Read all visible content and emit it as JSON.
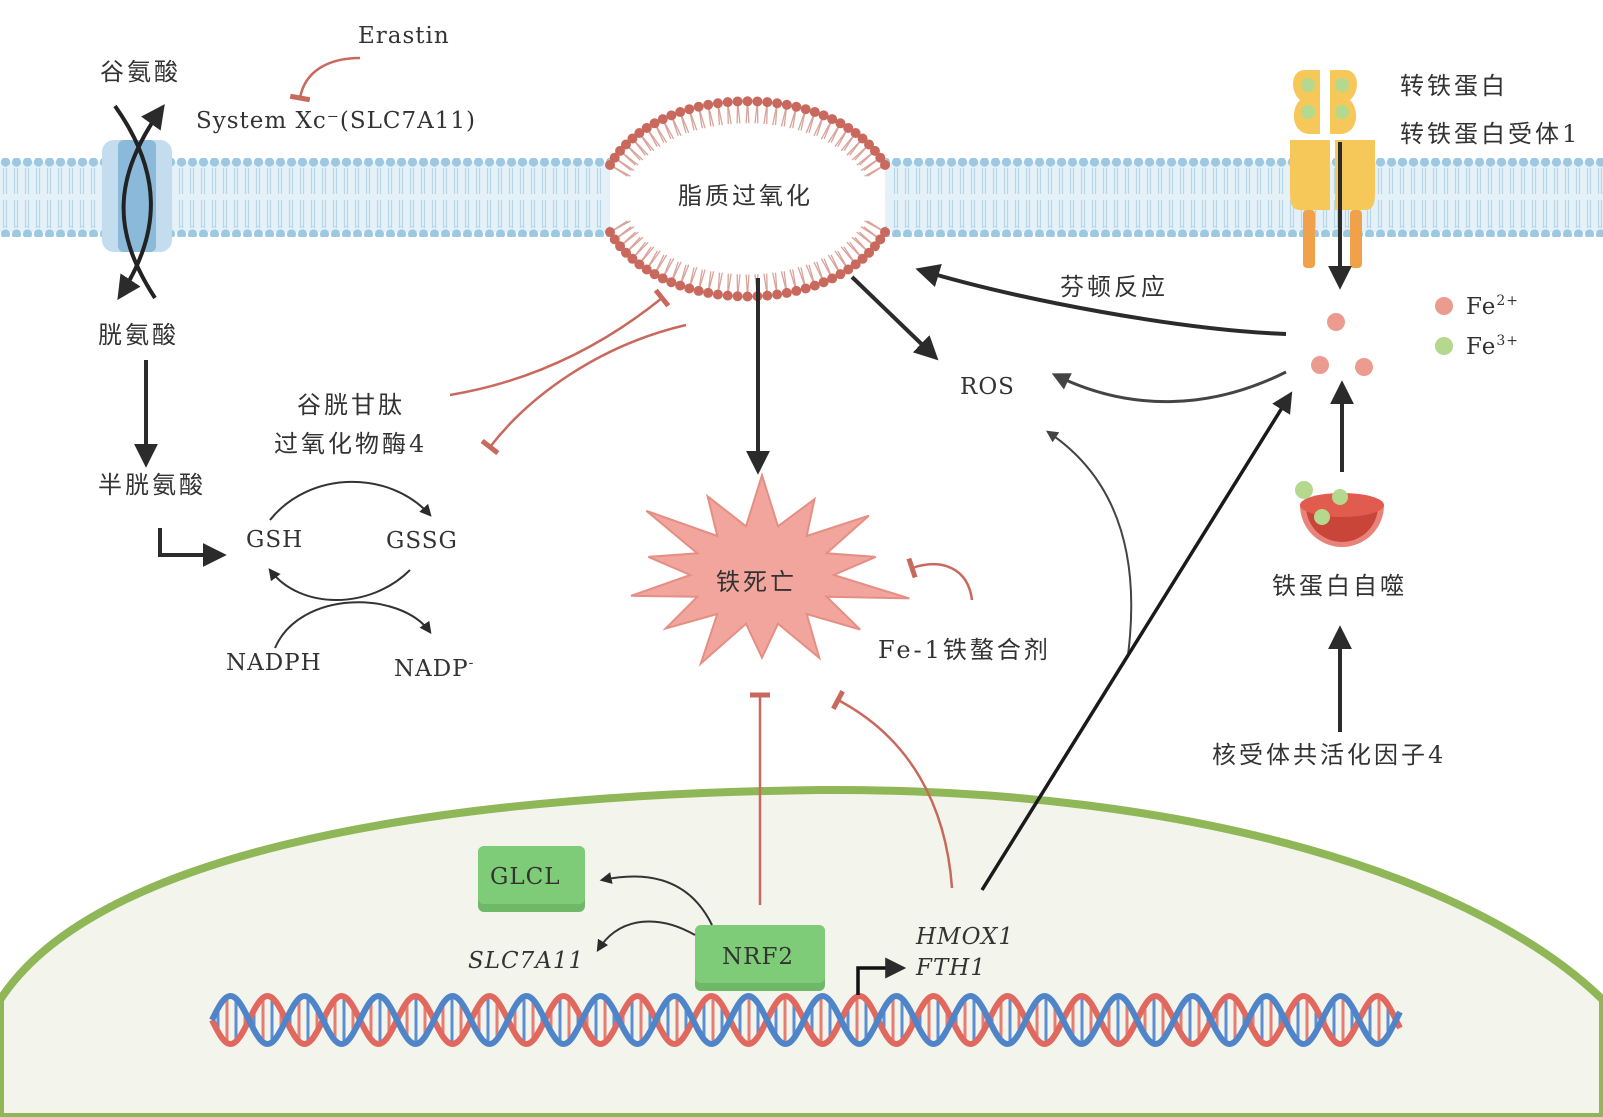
{
  "colors": {
    "membrane_blue": "#bcd9ea",
    "membrane_head": "#9cc8e2",
    "lipid_red": "#c9695e",
    "ferroptosis_fill": "#f2a59c",
    "nucleus_green": "#8fb758",
    "nucleus_fill": "#f3f5ec",
    "box_green": "#7fcc78",
    "transferrin_yellow": "#f6c85a",
    "receptor_orange": "#f0a14a",
    "fe2_color": "#ec9b8f",
    "fe3_color": "#b4d88e",
    "inhibit_red": "#c9695e",
    "arrow_dark": "#2b2b2b"
  },
  "labels": {
    "erastin": "Erastin",
    "glutamate": "谷氨酸",
    "system_xc": "System Xc⁻(SLC7A11)",
    "cystine": "胱氨酸",
    "cysteine": "半胱氨酸",
    "gpx4_line1": "谷胱甘肽",
    "gpx4_line2": "过氧化物酶4",
    "gsh": "GSH",
    "gssg": "GSSG",
    "nadph": "NADPH",
    "nadp": "NADP",
    "nadp_sup": "-",
    "lipid_peroxidation": "脂质过氧化",
    "ferroptosis": "铁死亡",
    "ros": "ROS",
    "fenton": "芬顿反应",
    "fe1_chelator": "Fe-1铁螯合剂",
    "transferrin": "转铁蛋白",
    "tfr1": "转铁蛋白受体1",
    "fe2": "Fe",
    "fe2_sup": "2+",
    "fe3": "Fe",
    "fe3_sup": "3+",
    "ferritinophagy": "铁蛋白自噬",
    "ncoa4": "核受体共活化因子4",
    "glcl": "GLCL",
    "slc7a11": "SLC7A11",
    "nrf2": "NRF2",
    "hmox1": "HMOX1",
    "fth1": "FTH1"
  },
  "icons": {
    "membrane": "phospholipid-bilayer",
    "transporter": "system-xc-transporter",
    "receptor": "transferrin-receptor",
    "dna": "dna-double-helix",
    "autophagosome": "ferritinophagy-vesicle",
    "ferroptosis_shape": "spiky-star"
  }
}
